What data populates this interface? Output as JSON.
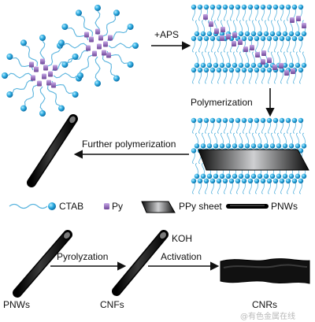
{
  "steps": {
    "aps": "+APS",
    "polymerization": "Polymerization",
    "further": "Further polymerization",
    "pyrolyzation": "Pyrolyzation",
    "koh": "KOH",
    "activation": "Activation"
  },
  "legend": {
    "ctab": "CTAB",
    "py": "Py",
    "ppy_sheet": "PPy sheet",
    "pnws": "PNWs"
  },
  "products": {
    "pnws": "PNWs",
    "cnfs": "CNFs",
    "cnrs": "CNRs"
  },
  "watermark": "@有色金属在线",
  "colors": {
    "head": "#29a9df",
    "head_dark": "#0f6fa6",
    "tail": "#5ab4de",
    "py": "#8b63b3",
    "rod": "#141414",
    "text": "#111111"
  }
}
